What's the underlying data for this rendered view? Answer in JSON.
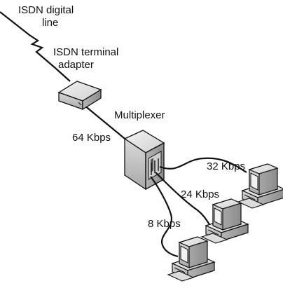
{
  "labels": {
    "isdn_line_1": "ISDN digital",
    "isdn_line_2": "line",
    "adapter_1": "ISDN terminal",
    "adapter_2": "adapter",
    "multiplexer": "Multiplexer",
    "rate_in": "64 Kbps",
    "rate_pc1": "32 Kbps",
    "rate_pc2": "24 Kbps",
    "rate_pc3": "8 Kbps"
  },
  "colors": {
    "line": "#111111",
    "device_light": "#e6e6e6",
    "device_mid": "#bdbdbd",
    "device_dark": "#8a8a8a"
  },
  "icons": [
    "isdn-line",
    "terminal-adapter-icon",
    "multiplexer-icon",
    "computer-icon"
  ]
}
